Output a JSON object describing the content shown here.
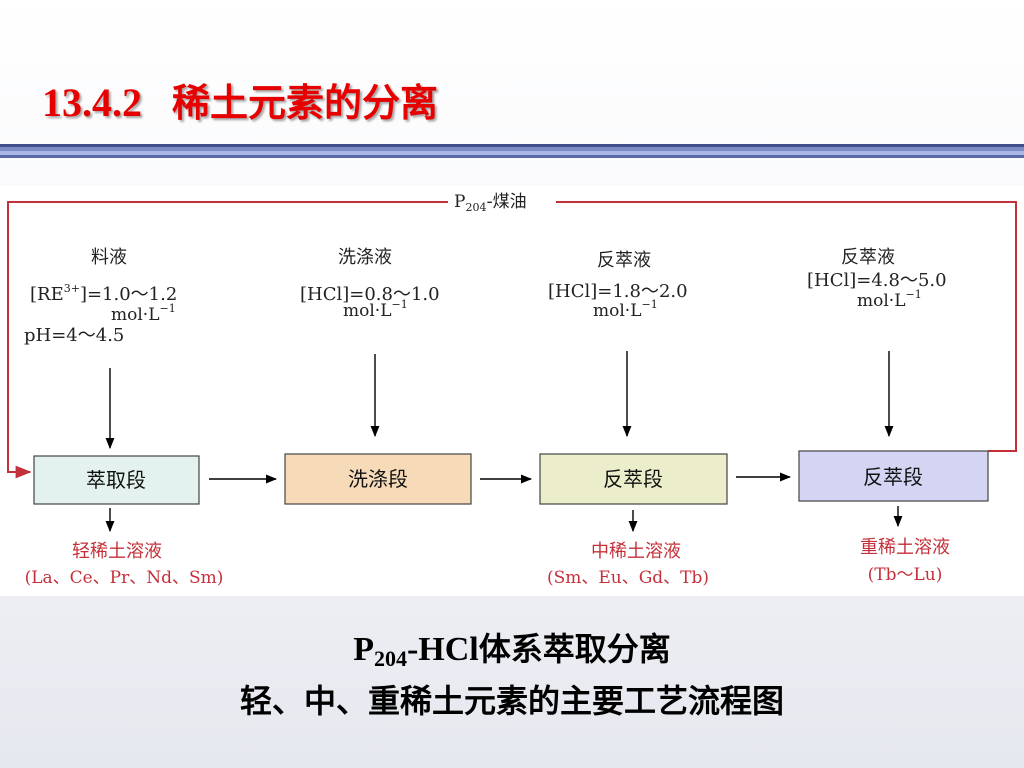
{
  "title": {
    "number": "13.4.2",
    "text": "稀土元素的分离"
  },
  "diagram": {
    "top_label": {
      "base": "P",
      "sub": "204",
      "rest": "-煤油"
    },
    "feeds": [
      {
        "name": "料液",
        "conc": "[RE",
        "conc_sup": "3+",
        "conc_rest": "]=1.0～1.2",
        "unit": "mol·L",
        "unit_sup": "−1",
        "extra": "pH=4～4.5"
      },
      {
        "name": "洗涤液",
        "conc": "[HCl]=0.8～1.0",
        "unit": "mol·L",
        "unit_sup": "−1"
      },
      {
        "name": "反萃液",
        "conc": "[HCl]=1.8～2.0",
        "unit": "mol·L",
        "unit_sup": "−1"
      },
      {
        "name": "反萃液",
        "conc": "[HCl]=4.8～5.0",
        "unit": "mol·L",
        "unit_sup": "−1"
      }
    ],
    "stages": [
      {
        "label": "萃取段",
        "color": "#e3f2ee"
      },
      {
        "label": "洗涤段",
        "color": "#f7dbb9"
      },
      {
        "label": "反萃段",
        "color": "#eceecb"
      },
      {
        "label": "反萃段",
        "color": "#d3d5f2"
      }
    ],
    "outputs": [
      {
        "name": "轻稀土溶液",
        "elements": "(La、Ce、Pr、Nd、Sm)"
      },
      {
        "name": "中稀土溶液",
        "elements": "(Sm、Eu、Gd、Tb)"
      },
      {
        "name": "重稀土溶液",
        "elements": "(Tb～Lu)"
      }
    ],
    "colors": {
      "loop_line": "#c4303a",
      "output_text": "#c4303a",
      "arrows": "#000000"
    }
  },
  "caption": {
    "line1_base": "P",
    "line1_sub": "204",
    "line1_latin": "-HCl",
    "line1_rest": "体系萃取分离",
    "line2": "轻、中、重稀土元素的主要工艺流程图"
  },
  "rule_colors": [
    "#3e4f8c",
    "#7b8cc4",
    "#9fb1df",
    "#5a6aa8"
  ]
}
